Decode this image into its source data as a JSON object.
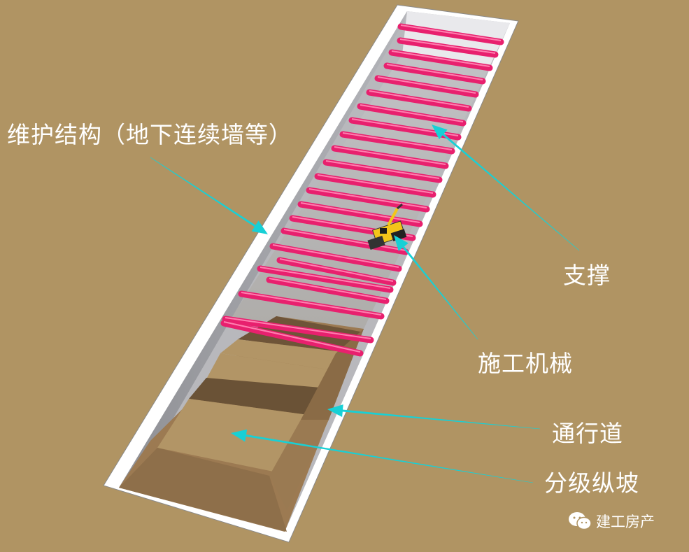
{
  "labels": {
    "wall": "维护结构（地下连续墙等）",
    "strut": "支撑",
    "machine": "施工机械",
    "passage": "通行道",
    "slope": "分级纵坡"
  },
  "watermark": {
    "text": "建工房产",
    "icon": "wechat-icon"
  },
  "colors": {
    "background": "#b09463",
    "strut": "#e8206e",
    "arrow": "#17d0d6",
    "wall": "#ffffff",
    "inner_wall": "#9b9ba0",
    "soil_dark": "#6a5236",
    "soil_mid": "#9c7a52",
    "soil_light": "#b29566"
  }
}
